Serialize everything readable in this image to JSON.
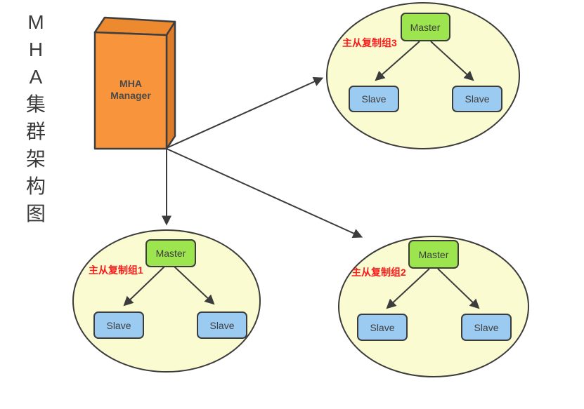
{
  "title": {
    "full": "MHA集群架构图",
    "chars": [
      "M",
      "H",
      "A",
      "集",
      "群",
      "架",
      "构",
      "图"
    ]
  },
  "manager": {
    "line1": "MHA",
    "line2": "Manager"
  },
  "groups": [
    {
      "label": "主从复制组1",
      "master_label": "Master",
      "slave_labels": [
        "Slave",
        "Slave"
      ]
    },
    {
      "label": "主从复制组2",
      "master_label": "Master",
      "slave_labels": [
        "Slave",
        "Slave"
      ]
    },
    {
      "label": "主从复制组3",
      "master_label": "Master",
      "slave_labels": [
        "Slave",
        "Slave"
      ]
    }
  ],
  "colors": {
    "background": "#FFFFFF",
    "manager_front": "#F7943C",
    "manager_top": "#ED892F",
    "manager_side": "#DD7B27",
    "group_fill": "#FBFBD2",
    "master_fill": "#9DE54F",
    "slave_fill": "#9CCBF2",
    "outline": "#3C3C3C",
    "group_label_red": "#FB1A1A",
    "title_text": "#3A3A3A"
  }
}
